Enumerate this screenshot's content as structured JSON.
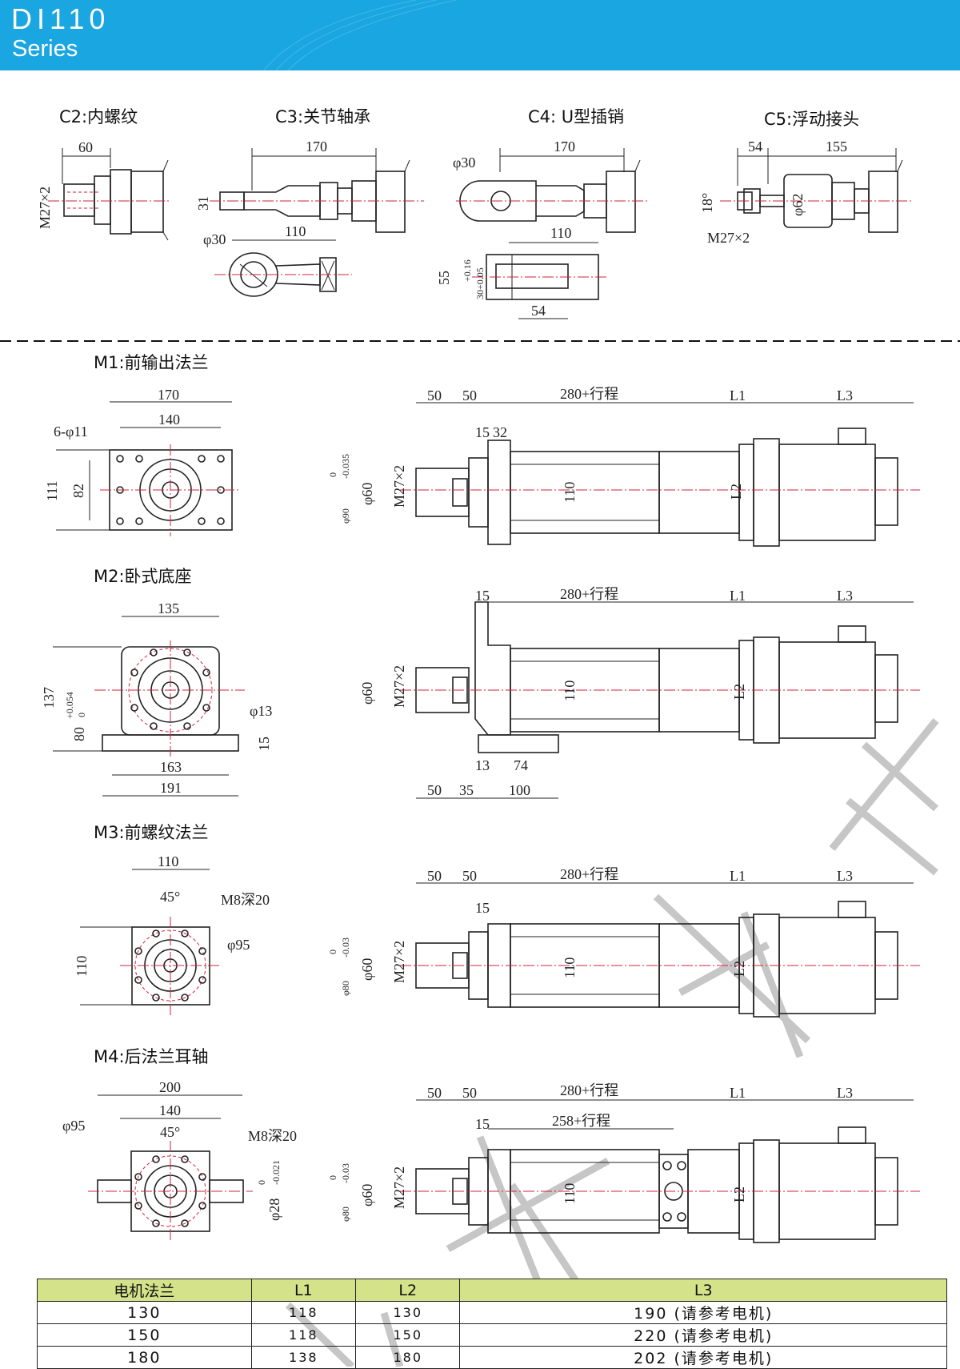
{
  "header": {
    "title": "DI110",
    "subtitle": "Series"
  },
  "colors": {
    "header_bg": "#1aa6e0",
    "centerline": "#d2233c",
    "table_header_bg": "#d4e38a",
    "watermark": "#bdbdbd"
  },
  "connectors": [
    {
      "label": "C2:内螺纹",
      "dims": [
        "60",
        "M27×2"
      ]
    },
    {
      "label": "C3:关节轴承",
      "dims": [
        "170",
        "31",
        "φ30",
        "110"
      ]
    },
    {
      "label": "C4: U型插销",
      "dims": [
        "170",
        "φ30",
        "110",
        "55",
        "+0.16",
        "30+0.05",
        "54"
      ]
    },
    {
      "label": "C5:浮动接头",
      "dims": [
        "54",
        "155",
        "18°",
        "φ62",
        "M27×2"
      ]
    }
  ],
  "mounts": [
    {
      "label": "M1:前输出法兰",
      "front_dims": [
        "170",
        "140",
        "6-φ11",
        "111",
        "82"
      ],
      "side_dims": [
        "50",
        "50",
        "280+行程",
        "L1",
        "L3",
        "15",
        "32",
        "φ90",
        "0",
        "-0.035",
        "φ60",
        "M27×2",
        "110",
        "L2"
      ]
    },
    {
      "label": "M2:卧式底座",
      "front_dims": [
        "135",
        "137",
        "+0.054",
        "80",
        "0",
        "φ13",
        "15",
        "163",
        "191"
      ],
      "side_dims": [
        "15",
        "280+行程",
        "L1",
        "L3",
        "φ60",
        "M27×2",
        "110",
        "L2",
        "13",
        "74",
        "50",
        "35",
        "100"
      ]
    },
    {
      "label": "M3:前螺纹法兰",
      "front_dims": [
        "110",
        "45°",
        "M8深20",
        "φ95",
        "110"
      ],
      "side_dims": [
        "50",
        "50",
        "280+行程",
        "L1",
        "L3",
        "15",
        "φ80",
        "0",
        "-0.03",
        "φ60",
        "M27×2",
        "110",
        "L2"
      ]
    },
    {
      "label": "M4:后法兰耳轴",
      "front_dims": [
        "200",
        "140",
        "φ95",
        "45°",
        "M8深20",
        "φ28",
        "0",
        "-0.021"
      ],
      "side_dims": [
        "50",
        "50",
        "280+行程",
        "L1",
        "L3",
        "15",
        "258+行程",
        "φ80",
        "0",
        "-0.03",
        "φ60",
        "M27×2",
        "110",
        "L2"
      ]
    }
  ],
  "table": {
    "headers": [
      "电机法兰",
      "L1",
      "L2",
      "L3"
    ],
    "rows": [
      [
        "130",
        "118",
        "130",
        "190 (请参考电机)"
      ],
      [
        "150",
        "118",
        "150",
        "220 (请参考电机)"
      ],
      [
        "180",
        "138",
        "180",
        "202 (请参考电机)"
      ]
    ]
  }
}
